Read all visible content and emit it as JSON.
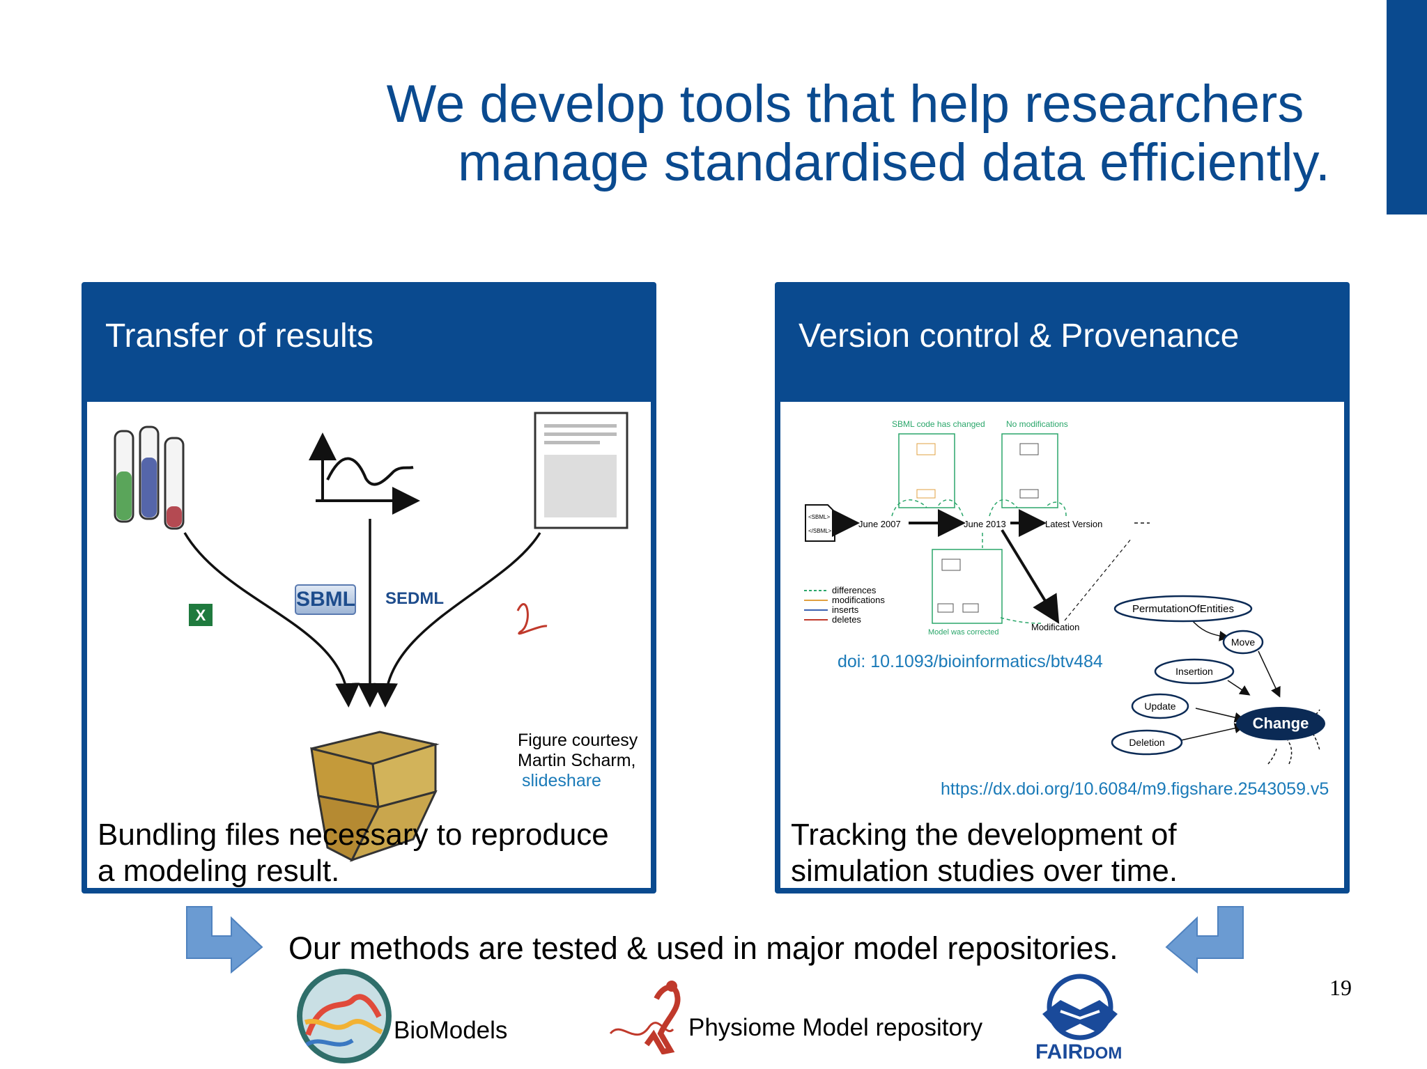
{
  "slide": {
    "title_line1": "We develop tools that help researchers",
    "title_line2": "manage standardised data efficiently.",
    "page_number": "19"
  },
  "left_panel": {
    "heading": "Transfer of results",
    "caption_line1": "Bundling files necessary to reproduce",
    "caption_line2": "a modeling result.",
    "credit_line1": "Figure courtesy",
    "credit_line2": "Martin Scharm,",
    "credit_link": "slideshare",
    "sbml_logo": "SBML",
    "sedml_logo": "SEDML"
  },
  "right_panel": {
    "heading": "Version control & Provenance",
    "caption_line1": "Tracking the development of",
    "caption_line2": "simulation studies over time.",
    "doi": "doi: 10.1093/bioinformatics/btv484",
    "figshare": "https://dx.doi.org/10.6084/m9.figshare.2543059.v5",
    "diagram": {
      "label_changed": "SBML code has changed",
      "label_nomod": "No modifications",
      "node_june2007": "June 2007",
      "node_june2013": "June 2013",
      "node_latest": "Latest Version",
      "node_modification": "Modification",
      "label_corrected": "Model was corrected",
      "legend": [
        "differences",
        "modifications",
        "inserts",
        "deletes"
      ],
      "sbml_open": "<SBML>",
      "sbml_close": "</SBML>"
    },
    "ontology": {
      "permutation": "PermutationOfEntities",
      "move": "Move",
      "insertion": "Insertion",
      "update": "Update",
      "deletion": "Deletion",
      "change": "Change"
    }
  },
  "footer": {
    "text": "Our methods are tested & used in major model repositories.",
    "biomodels": "BioModels",
    "physiome": "Physiome Model repository",
    "fairdom_fair": "FAIR",
    "fairdom_dom": "DOM"
  },
  "colors": {
    "brand_blue": "#0a4a8f",
    "link_blue": "#1a7ab8",
    "arrow_blue": "#6b9bd2",
    "diagram_green": "#2aa66a"
  }
}
